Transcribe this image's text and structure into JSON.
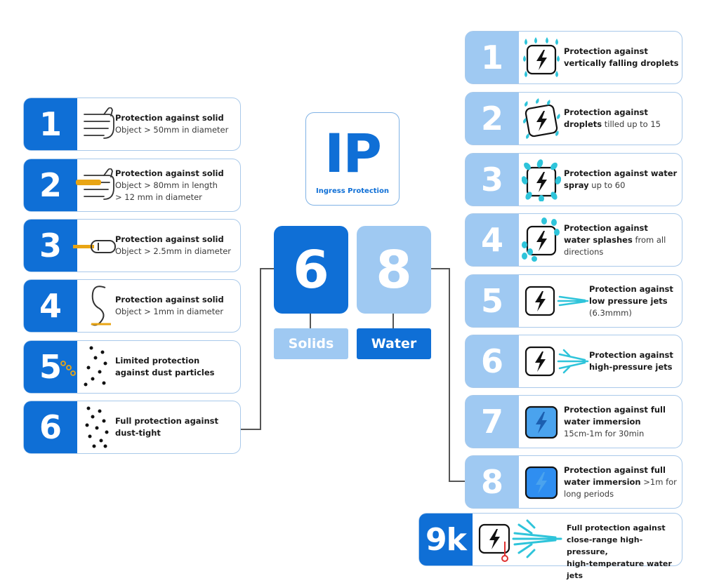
{
  "ip": {
    "code": "IP",
    "subtitle": "Ingress Protection"
  },
  "solids_digit": "6",
  "water_digit": "8",
  "solids_label": "Solids",
  "water_label": "Water",
  "solids": [
    {
      "number": "1",
      "title": "Protection against solid",
      "details": [
        "Object > 50mm in diameter"
      ]
    },
    {
      "number": "2",
      "title": "Protection against solid",
      "details": [
        "Object > 80mm in length",
        ">  12 mm in diameter"
      ]
    },
    {
      "number": "3",
      "title": "Protection against solid",
      "details": [
        "Object > 2.5mm in diameter"
      ]
    },
    {
      "number": "4",
      "title": "Protection against solid",
      "details": [
        "Object > 1mm in diameter"
      ]
    },
    {
      "number": "5",
      "title": "Limited protection",
      "details": [
        "against dust particles"
      ]
    },
    {
      "number": "6",
      "title": "Full protection against",
      "details": [
        "dust-tight"
      ]
    }
  ],
  "water": [
    {
      "number": "1",
      "lines": [
        {
          "b": "Protection against"
        },
        {
          "b": "vertically falling droplets"
        }
      ]
    },
    {
      "number": "2",
      "lines": [
        {
          "b": "Protection against"
        },
        {
          "b": "droplets",
          "r": " tilled up to 15"
        }
      ]
    },
    {
      "number": "3",
      "lines": [
        {
          "b": "Protection against water"
        },
        {
          "b": "spray",
          "r": " up to 60"
        }
      ]
    },
    {
      "number": "4",
      "lines": [
        {
          "b": "Protection against"
        },
        {
          "b": "water splashes",
          "r": " from all"
        },
        {
          "r": "directions"
        }
      ]
    },
    {
      "number": "5",
      "lines": [
        {
          "b": "Protection against"
        },
        {
          "b": "low pressure jets"
        },
        {
          "r": "(6.3mmm)"
        }
      ]
    },
    {
      "number": "6",
      "lines": [
        {
          "b": "Protection against"
        },
        {
          "b": "high-pressure jets"
        }
      ]
    },
    {
      "number": "7",
      "lines": [
        {
          "b": "Protection against full"
        },
        {
          "b": "water immersion"
        },
        {
          "r": "15cm-1m for 30min"
        }
      ]
    },
    {
      "number": "8",
      "lines": [
        {
          "b": "Protection against full"
        },
        {
          "b": "water immersion",
          "r": " >1m for"
        },
        {
          "r": "long periods"
        }
      ]
    },
    {
      "number": "9k",
      "lines": [
        {
          "b": "Full protection against"
        },
        {
          "b": "close-range high-pressure,"
        },
        {
          "b": "high-temperature water jets"
        }
      ]
    }
  ],
  "colors": {
    "dark_blue": "#0f6fd6",
    "light_blue": "#9fc9f2",
    "border": "#a9c9ea",
    "water_cyan": "#2ec4da",
    "connector": "#555555"
  }
}
